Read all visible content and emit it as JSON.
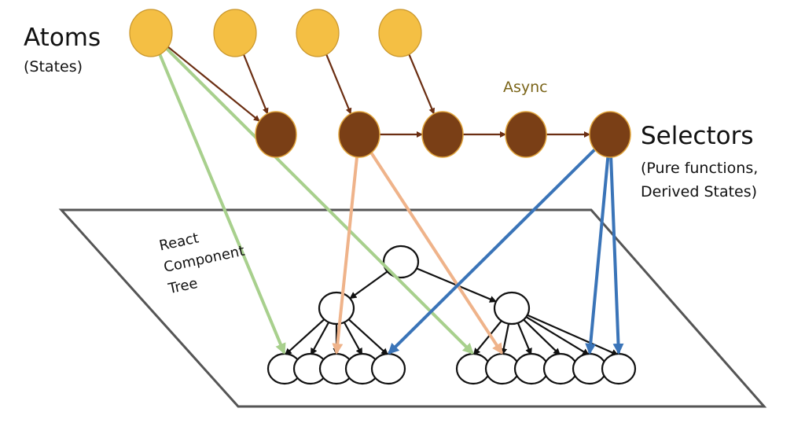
{
  "labels": {
    "atoms_title": "Atoms",
    "atoms_subtitle": "(States)",
    "selectors_title": "Selectors",
    "selectors_subtitle_line1": "(Pure functions,",
    "selectors_subtitle_line2": "Derived States)",
    "async": "Async",
    "tree_line1": "React",
    "tree_line2": "Component",
    "tree_line3": "Tree"
  },
  "colors": {
    "atom_fill": "#f4bf44",
    "atom_stroke": "#c9962b",
    "selector_fill": "#7a3f16",
    "selector_stroke": "#e0a43c",
    "selector_arrow": "#6b2e12",
    "green_arrow": "#a8d08d",
    "orange_arrow": "#efb38a",
    "blue_arrow": "#3a74b8",
    "plane": "#555555",
    "tree": "#111111",
    "async_text": "#7a6418"
  },
  "diagram": {
    "atoms": [
      "atom-1",
      "atom-2",
      "atom-3",
      "atom-4"
    ],
    "selectors": [
      "selector-1",
      "selector-2",
      "selector-3",
      "selector-4",
      "selector-5"
    ],
    "atom_to_selector": [
      [
        0,
        0
      ],
      [
        1,
        0
      ],
      [
        2,
        1
      ],
      [
        3,
        2
      ]
    ],
    "selector_chain": [
      [
        1,
        2
      ],
      [
        2,
        3
      ],
      [
        3,
        4
      ]
    ],
    "tree": {
      "root": "root",
      "children": [
        "left",
        "right"
      ],
      "left_leaves": 5,
      "right_leaves": 6
    },
    "subscriptions": [
      {
        "from": "atom-1",
        "to": "left-leaf-1",
        "color": "green"
      },
      {
        "from": "atom-1",
        "to": "right-leaf-1",
        "color": "green"
      },
      {
        "from": "selector-2",
        "to": "left-leaf-3",
        "color": "orange"
      },
      {
        "from": "selector-2",
        "to": "right-leaf-2",
        "color": "orange"
      },
      {
        "from": "selector-5",
        "to": "left-leaf-5",
        "color": "blue"
      },
      {
        "from": "selector-5",
        "to": "right-leaf-5",
        "color": "blue"
      },
      {
        "from": "selector-5",
        "to": "right-leaf-6",
        "color": "blue"
      }
    ]
  }
}
